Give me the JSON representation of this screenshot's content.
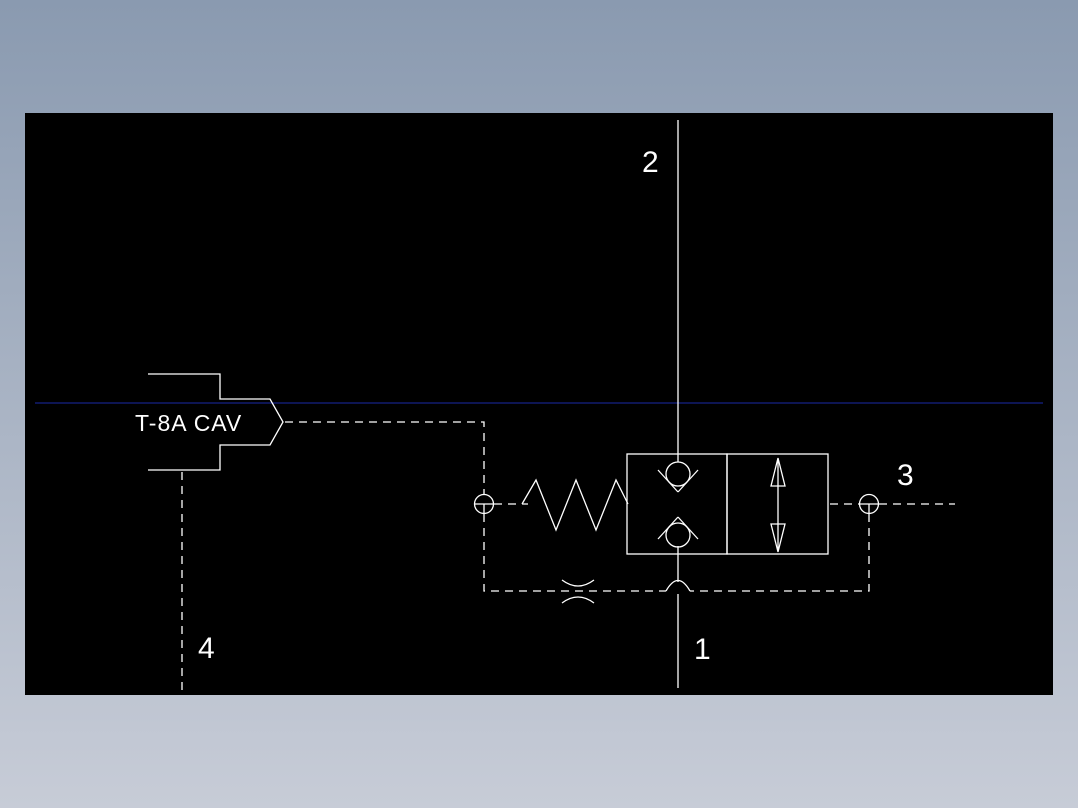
{
  "colors": {
    "background_top": "#8a9ab0",
    "background_bottom": "#c7ccd7",
    "viewport": "#000000",
    "lines": "#ffffff",
    "guide_line": "#1a2aa8"
  },
  "cavity_label": "T-8A CAV",
  "ports": {
    "p1": "1",
    "p2": "2",
    "p3": "3",
    "p4": "4"
  }
}
